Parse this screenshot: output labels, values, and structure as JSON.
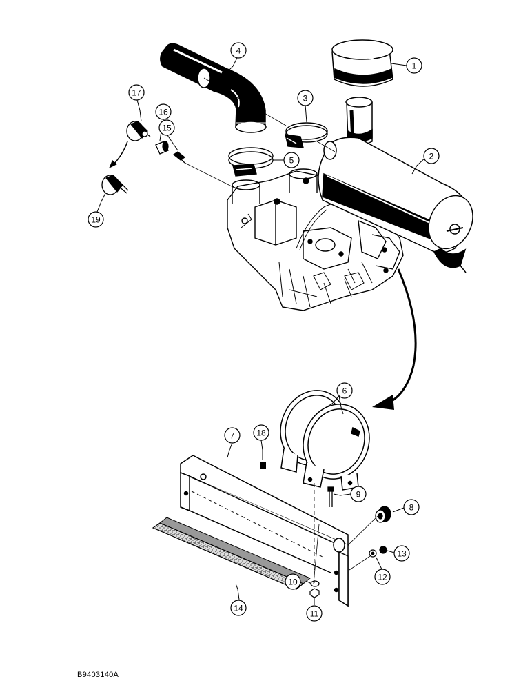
{
  "figure": {
    "code": "B9403140A"
  },
  "callouts": [
    {
      "id": "c1",
      "label": "1",
      "part": "precleaner-cap"
    },
    {
      "id": "c2",
      "label": "2",
      "part": "air-cleaner-housing"
    },
    {
      "id": "c3",
      "label": "3",
      "part": "hose-clamp-upper"
    },
    {
      "id": "c4",
      "label": "4",
      "part": "intake-hose"
    },
    {
      "id": "c5",
      "label": "5",
      "part": "hose-clamp-lower"
    },
    {
      "id": "c6",
      "label": "6",
      "part": "mounting-bands"
    },
    {
      "id": "c7",
      "label": "7",
      "part": "mounting-bracket"
    },
    {
      "id": "c8",
      "label": "8",
      "part": "grommet"
    },
    {
      "id": "c9",
      "label": "9",
      "part": "bolt"
    },
    {
      "id": "c10",
      "label": "10",
      "part": "lock-washer"
    },
    {
      "id": "c11",
      "label": "11",
      "part": "nut"
    },
    {
      "id": "c12",
      "label": "12",
      "part": "washer"
    },
    {
      "id": "c13",
      "label": "13",
      "part": "nut-small"
    },
    {
      "id": "c14",
      "label": "14",
      "part": "insulation-strip"
    },
    {
      "id": "c15",
      "label": "15",
      "part": "fitting"
    },
    {
      "id": "c16",
      "label": "16",
      "part": "adapter"
    },
    {
      "id": "c17",
      "label": "17",
      "part": "restriction-indicator"
    },
    {
      "id": "c18",
      "label": "18",
      "part": "spacer"
    },
    {
      "id": "c19",
      "label": "19",
      "part": "indicator-alternate"
    }
  ]
}
